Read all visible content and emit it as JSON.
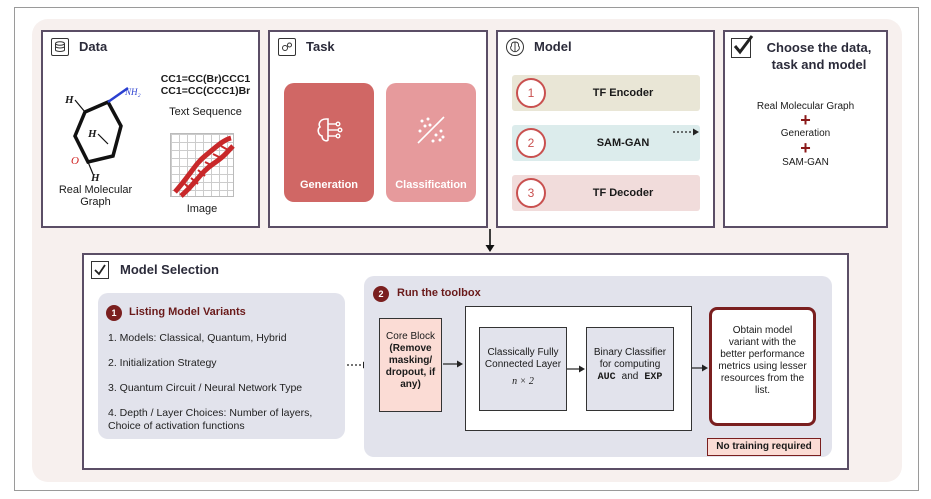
{
  "data_panel": {
    "title": "Data",
    "smiles": [
      "CC1=CC(Br)CCC1",
      "CC1=CC(CCC1)Br"
    ],
    "text_sequence_label": "Text Sequence",
    "graph_label_1": "Real Molecular",
    "graph_label_2": "Graph",
    "image_label": "Image",
    "atoms": {
      "h1": "H",
      "h2": "H",
      "h3": "H",
      "o": "O",
      "nh2": "NH₂"
    }
  },
  "task_panel": {
    "title": "Task",
    "generation_label": "Generation",
    "classification_label": "Classification"
  },
  "model_panel": {
    "title": "Model",
    "items": [
      {
        "num": "1",
        "label": "TF Encoder"
      },
      {
        "num": "2",
        "label": "SAM-GAN"
      },
      {
        "num": "3",
        "label": "TF Decoder"
      }
    ]
  },
  "choose_panel": {
    "title_1": "Choose the data,",
    "title_2": "task and model",
    "line_1": "Real Molecular Graph",
    "plus": "+",
    "line_2": "Generation",
    "line_3": "SAM-GAN"
  },
  "model_selection": {
    "title": "Model Selection",
    "listing": {
      "num": "1",
      "title": "Listing Model Variants",
      "items": [
        "1. Models: Classical, Quantum, Hybrid",
        "2. Initialization Strategy",
        "3. Quantum Circuit / Neural Network Type",
        "4. Depth / Layer Choices: Number of layers, Choice of activation functions"
      ]
    },
    "toolbox": {
      "num": "2",
      "title": "Run the toolbox",
      "core_block_1": "Core Block",
      "core_block_2": "(Remove masking/ dropout, if any)",
      "fc_layer": "Classically Fully Connected Layer",
      "fc_dim": "n × 2",
      "binary_1": "Binary Classifier for computing",
      "binary_auc": "AUC",
      "binary_and": "and",
      "binary_exp": "EXP",
      "result": "Obtain model variant with the better performance metrics using lesser resources from the list.",
      "no_training": "No training required"
    }
  },
  "colors": {
    "panel_border": "#5b4e66",
    "accent_red": "#c9504f",
    "generation_bg": "#d06765",
    "classification_bg": "#e69a9c",
    "encoder_bg": "#e9e6d6",
    "samgan_bg": "#dcecec",
    "decoder_bg": "#f1dcdb",
    "result_border": "#7a1f1f",
    "core_bg": "#fbdcd5"
  }
}
